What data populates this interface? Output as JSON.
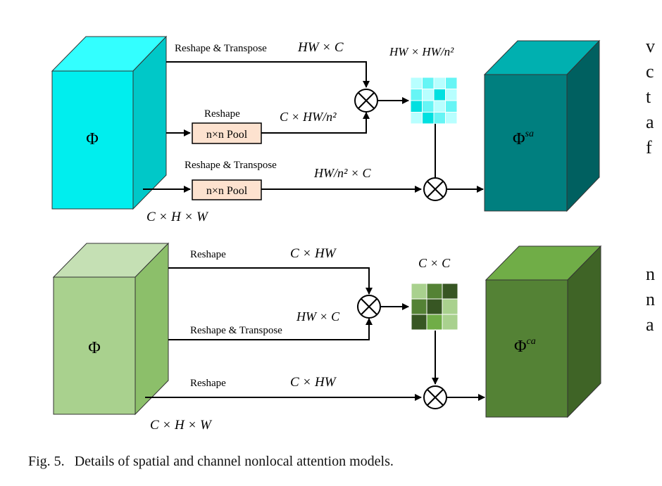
{
  "spatial": {
    "input_label": "Φ",
    "output_label": "Φ",
    "output_sup": "sa",
    "top_path_label": "Reshape & Transpose",
    "top_dim": "HW × C",
    "mid_path_label": "Reshape",
    "pool1": "n×n Pool",
    "mid_dim": "C × HW/n²",
    "bottom_path_label": "Reshape & Transpose",
    "pool2": "n×n Pool",
    "bottom_dim": "HW/n² × C",
    "attention_dim": "HW × HW/n²",
    "input_dim": "C × H × W",
    "colors": {
      "cube_front": "#00eeee",
      "cube_top": "#33ffff",
      "cube_side": "#00c8c8",
      "out_front": "#007f7f",
      "out_top": "#00b0b0",
      "out_side": "#006060",
      "pool_fill": "#fde2cf"
    }
  },
  "channel": {
    "input_label": "Φ",
    "output_label": "Φ",
    "output_sup": "ca",
    "top_path_label": "Reshape",
    "top_dim": "C × HW",
    "mid_path_label": "Reshape & Transpose",
    "mid_dim": "HW × C",
    "bottom_path_label": "Reshape",
    "bottom_dim": "C × HW",
    "attention_dim": "C × C",
    "input_dim": "C × H × W",
    "colors": {
      "cube_front": "#a9d18e",
      "cube_top": "#c5e0b4",
      "cube_side": "#8cbf6a",
      "out_front": "#548235",
      "out_top": "#70ad47",
      "out_side": "#3f6426"
    }
  },
  "multiply_symbol": "⊗",
  "caption": {
    "fig": "Fig. 5.",
    "text": "Details of spatial and channel nonlocal attention models."
  },
  "edge_text_lines": [
    "v",
    "c",
    "t",
    "a",
    "f",
    "",
    "",
    "",
    "",
    "n",
    "n",
    "a"
  ]
}
